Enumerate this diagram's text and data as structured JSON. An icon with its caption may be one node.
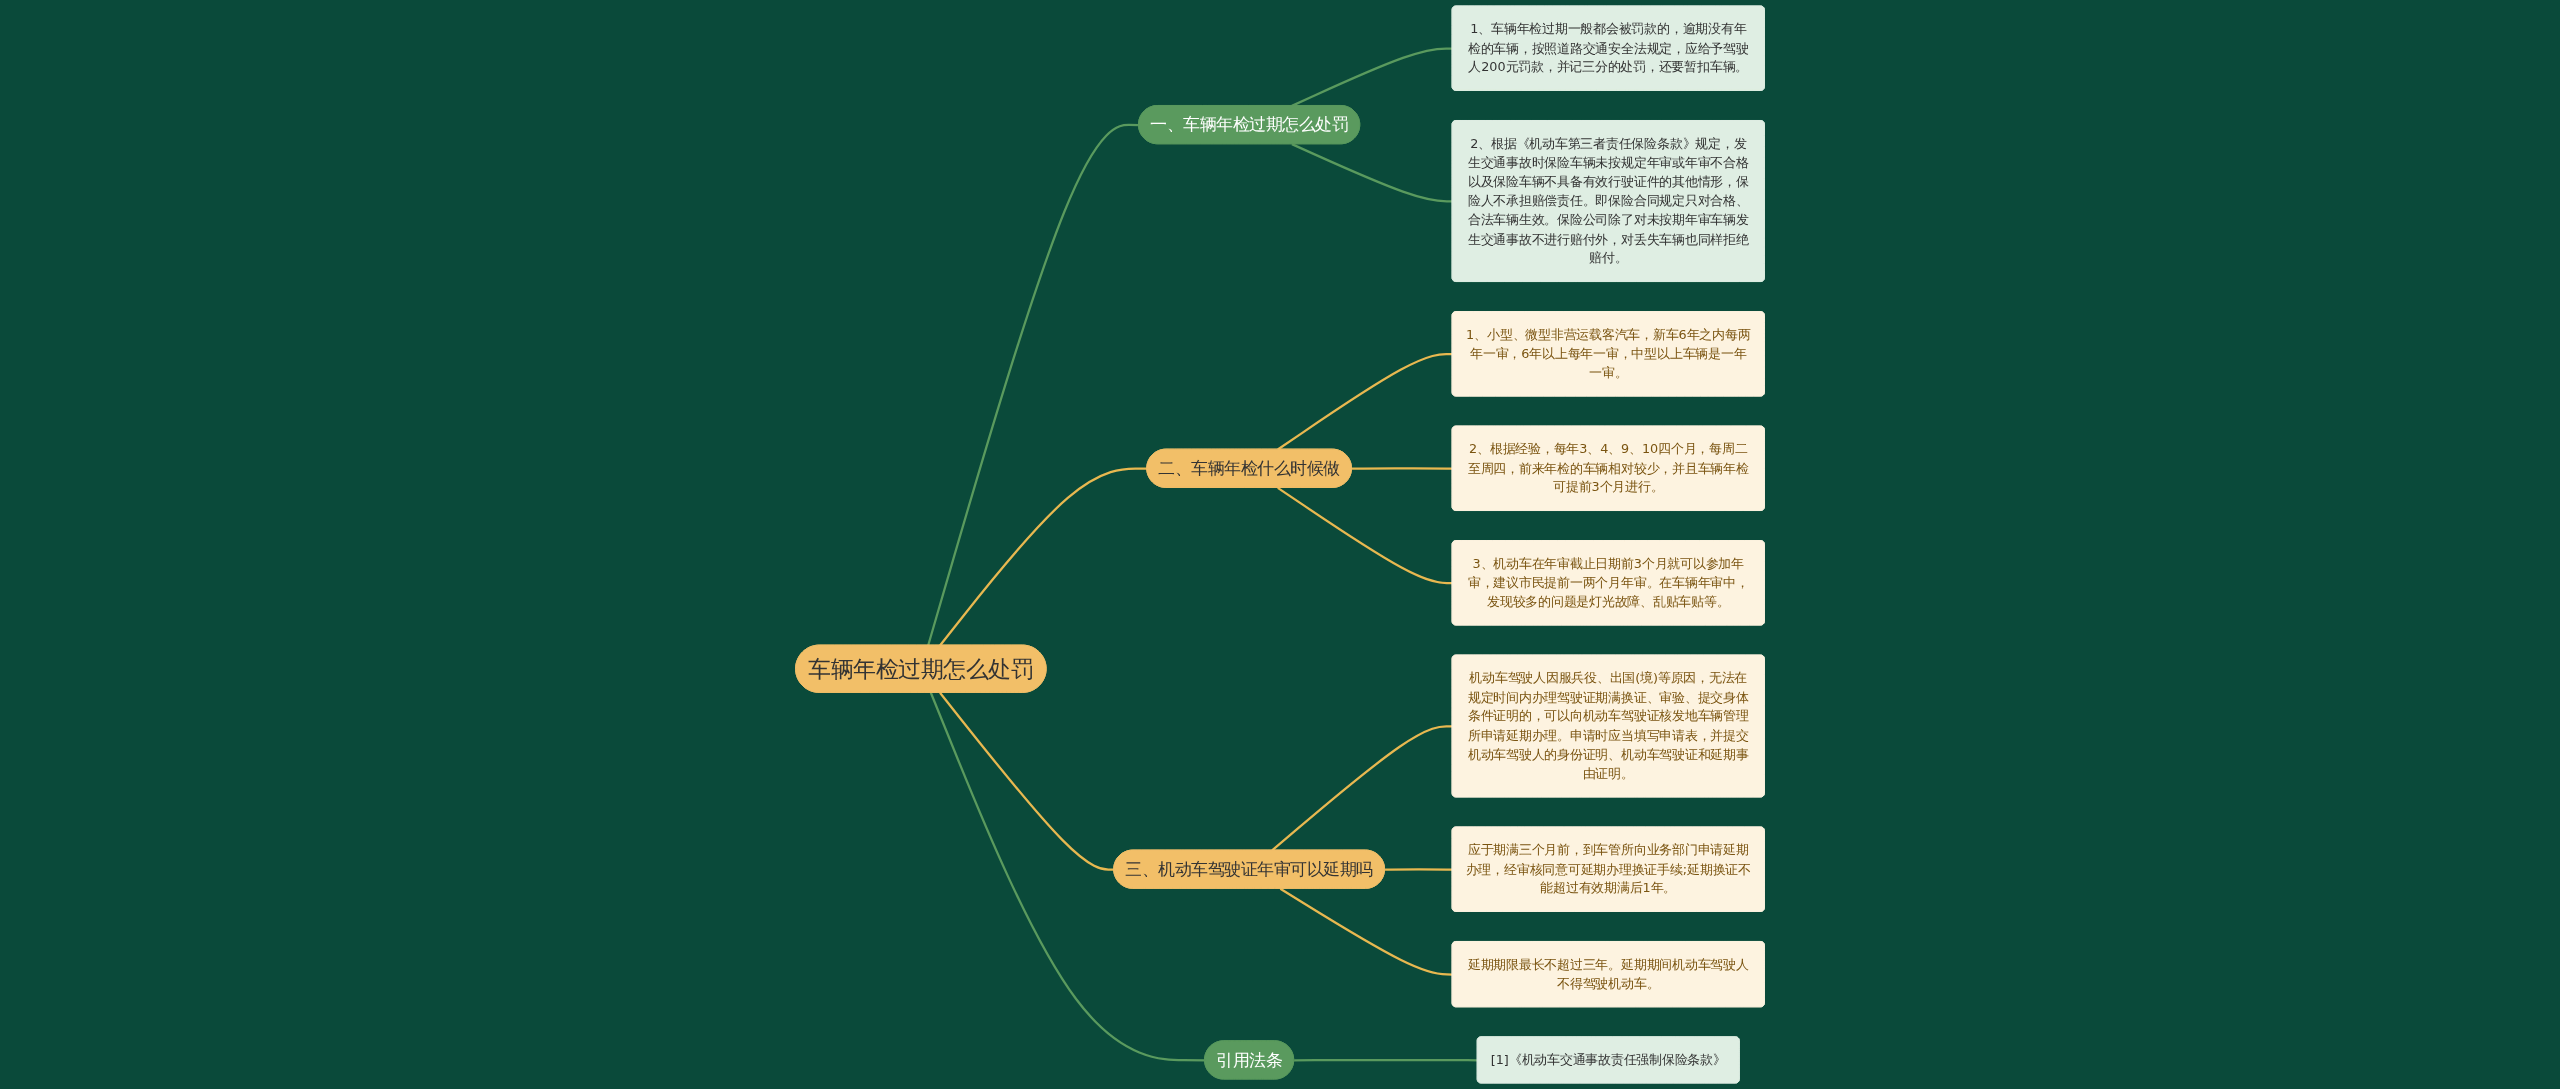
{
  "diagram": {
    "nodes": [
      {
        "text": [
          "车辆年检过期怎么处罚"
        ]
      },
      {
        "text": [
          "一、车辆年检过期怎么处罚"
        ]
      },
      {
        "text": [
          "1、车辆年检过期一般都会被罚款的，逾期没有年检的车辆，按照道路交通安全法规定，应给予驾驶人200元罚款，并记三分的处罚，还要暂扣车辆。"
        ]
      },
      {
        "text": [
          "2、根据《机动车第三者责任保险条款》规定，发生交通事故时保险车辆未按规定年审或年审不合格以及保险车辆不具备有效行驶证件的其他情形，保险人不承担赔偿责任。即保险合同规定只对合格、合法车辆生效。保险公司除了对未按期年审车辆发生交通事故不进行赔付外，对丢失车辆也同样拒绝赔付。"
        ]
      },
      {
        "text": [
          "二、车辆年检什么时候做"
        ]
      },
      {
        "text": [
          "1、小型、微型非营运载客汽车，新车6年之内每两年一审，6年以上每年一审，中型以上车辆是一年一审。"
        ]
      },
      {
        "text": [
          "2、根据经验，每年3、4、9、10四个月，每周二至周四，前来年检的车辆相对较少，并且车辆年检可提前3个月进行。"
        ]
      },
      {
        "text": [
          "3、机动车在年审截止日期前3个月就可以参加年审，建议市民提前一两个月年审。在车辆年审中，发现较多的问题是灯光故障、乱贴车贴等。"
        ]
      },
      {
        "text": [
          "三、机动车驾驶证年审可以延期吗"
        ]
      },
      {
        "text": [
          "机动车驾驶人因服兵役、出国(境)等原因，无法在规定时间内办理驾驶证期满换证、审验、提交身体条件证明的，可以向机动车驾驶证核发地车辆管理所申请延期办理。申请时应当填写申请表，并提交机动车驾驶人的身份证明、机动车驾驶证和延期事由证明。"
        ]
      },
      {
        "text": [
          "应于期满三个月前，到车管所向业务部门申请延期办理，经审核同意可延期办理换证手续;延期换证不能超过有效期满后1年。"
        ]
      },
      {
        "text": [
          "延期期限最长不超过三年。延期期间机动车驾驶人不得驾驶机动车。"
        ]
      },
      {
        "text": [
          "引用法条"
        ]
      },
      {
        "text": [
          "[1]《机动车交通事故责任强制保险条款》"
        ]
      }
    ],
    "edges": [
      {
        "from": 0,
        "to": 1,
        "arrow": "none",
        "color": "#5a9a5e"
      },
      {
        "from": 1,
        "to": 2,
        "arrow": "none",
        "color": "#5a9a5e"
      },
      {
        "from": 1,
        "to": 3,
        "arrow": "none",
        "color": "#5a9a5e"
      },
      {
        "from": 0,
        "to": 4,
        "arrow": "none"
      },
      {
        "from": 4,
        "to": 5,
        "arrow": "none"
      },
      {
        "from": 4,
        "to": 6,
        "arrow": "none"
      },
      {
        "from": 4,
        "to": 7,
        "arrow": "none"
      },
      {
        "from": 0,
        "to": 8,
        "arrow": "none"
      },
      {
        "from": 8,
        "to": 9,
        "arrow": "none"
      },
      {
        "from": 8,
        "to": 10,
        "arrow": "none"
      },
      {
        "from": 8,
        "to": 11,
        "arrow": "none"
      },
      {
        "from": 0,
        "to": 12,
        "arrow": "none",
        "color": "#5a9a5e"
      },
      {
        "from": 12,
        "to": 13,
        "arrow": "none",
        "color": "#5a9a5e"
      }
    ]
  }
}
